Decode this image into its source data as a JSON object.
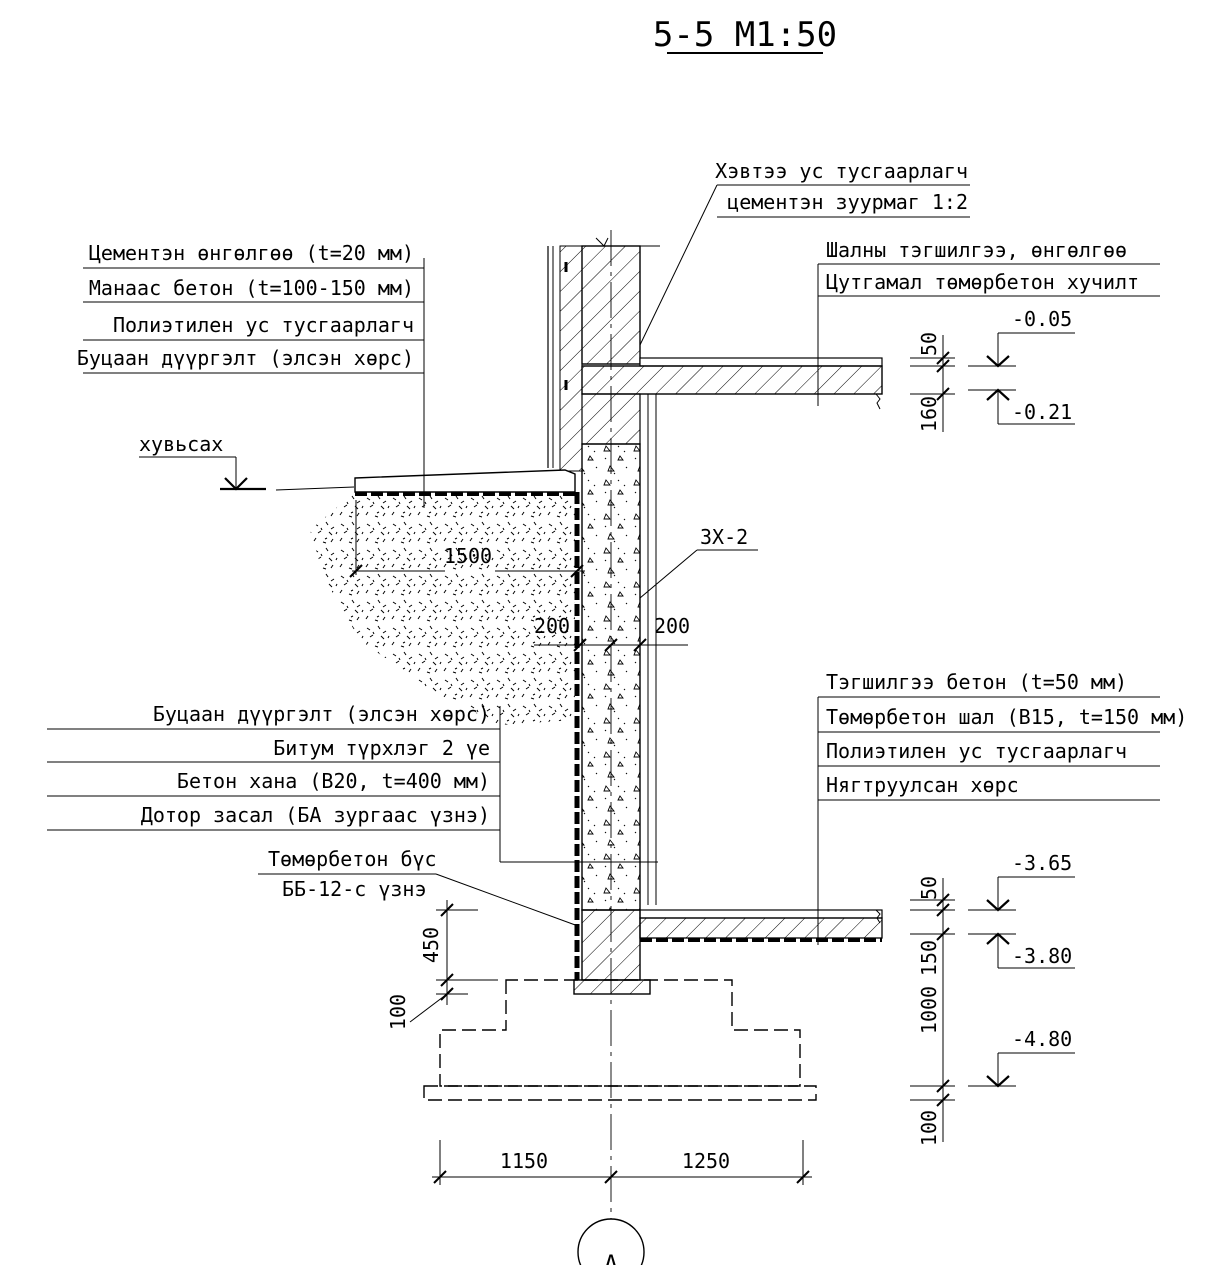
{
  "title": "5-5 M1:50",
  "callouts": {
    "top_right": [
      "Хэвтээ ус тусгаарлагч",
      "цементэн зуурмаг 1:2"
    ],
    "slab_upper": [
      "Шалны тэгшилгээ, өнгөлгөө",
      "Цутгамал төмөрбетон хучилт"
    ],
    "left_upper": [
      "Цементэн өнгөлгөө (t=20 мм)",
      "Манаас бетон (t=100-150 мм)",
      "Полиэтилен ус тусгаарлагч",
      "Буцаан дүүргэлт (элсэн хөрс)"
    ],
    "grade": "хувьсах",
    "wall_mark": "ЗХ-2",
    "left_lower": [
      "Буцаан дүүргэлт (элсэн хөрс)",
      "Битум түрхлэг 2 үе",
      "Бетон хана (B20, t=400 мм)",
      "Дотор засал (БА зургаас үзнэ)"
    ],
    "floor_lower": [
      "Тэгшилгээ бетон (t=50 мм)",
      "Төмөрбетон шал (B15, t=150 мм)",
      "Полиэтилен ус тусгаарлагч",
      "Нягтруулсан хөрс"
    ],
    "footing": [
      "Төмөрбетон бүс",
      "ББ-12-с үзнэ"
    ]
  },
  "levels": {
    "l1": "-0.05",
    "l2": "-0.21",
    "l3": "-3.65",
    "l4": "-3.80",
    "l5": "-4.80"
  },
  "dimensions": {
    "d1500": "1500",
    "d200_left": "200",
    "d200_right": "200",
    "d50_top": "50",
    "d160": "160",
    "d50_bot": "50",
    "d150": "150",
    "d1000": "1000",
    "d100_right": "100",
    "d450": "450",
    "d100_left": "100",
    "d1150": "1150",
    "d1250": "1250"
  },
  "axis_label": "А"
}
